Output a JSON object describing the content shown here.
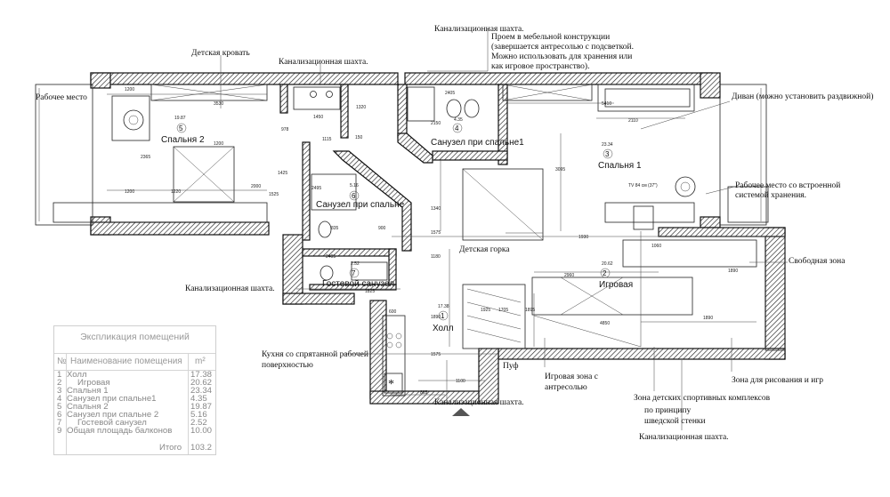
{
  "annotations": {
    "work_place_left": "Рабочее  место",
    "kids_bed": "Детская кровать",
    "shaft_top_left": "Канализационная шахта.",
    "shaft_top_center": "Канализационная шахта.",
    "opening_line1": "Проем в мебельной конструкции",
    "opening_line2": "(завершается антресолью с подсветкой.",
    "opening_line3": "Можно использовать для хранения или",
    "opening_line4": "как игровое пространство).",
    "sofa": "Диван  (можно установить  раздвижной)",
    "work_place_right1": "Рабочее место со встроенной",
    "work_place_right2": "системой хранения.",
    "kids_slide": "Детская горка",
    "free_zone": "Свободная  зона",
    "shaft_left_mid": "Канализационная шахта.",
    "kitchen1": "Кухня со спрятанной рабочей",
    "kitchen2": "поверхностью",
    "shaft_bottom_center": "Канализационная шахта.",
    "pouf": "Пуф",
    "play_zone1": "Игровая зона с",
    "play_zone2": "антресолью",
    "draw_zone": "Зона для рисования и игр",
    "sport_zone1": "Зона детских спортивных комплексов",
    "sport_zone2": "по принципу",
    "sport_zone3": "шведской стенки",
    "shaft_bottom_right": "Канализационная шахта."
  },
  "rooms": [
    {
      "id": "bedroom2",
      "label": "Спальня 2",
      "number": "5",
      "area": "19.87"
    },
    {
      "id": "bedroom1",
      "label": "Спальня 1",
      "number": "3",
      "area": "23.34"
    },
    {
      "id": "bath_bedroom1",
      "label": "Санузел при спальне1",
      "number": "4",
      "area": "4.35"
    },
    {
      "id": "bath_bedroom2",
      "label": "Санузел при спальне",
      "number": "6",
      "area": "5.16"
    },
    {
      "id": "guest_bath",
      "label": "Гостевой санузел",
      "number": "7",
      "area": "2.52"
    },
    {
      "id": "playroom",
      "label": "Игровая",
      "number": "2",
      "area": "20.62"
    },
    {
      "id": "hall",
      "label": "Холл",
      "number": "1",
      "area": "17.38"
    }
  ],
  "dimensions": {
    "d1200a": "1200",
    "d3530": "3530",
    "d1200b": "1200",
    "d2365": "2365",
    "d1200c": "1200",
    "d1220": "1220",
    "d1525": "1525",
    "d1115": "1115",
    "d150": "150",
    "d1450": "1450",
    "d1320": "1320",
    "d2405a": "2405",
    "d600": "600",
    "d835": "835",
    "d900": "900",
    "d1575a": "1575",
    "d2405b": "2405",
    "d1825": "1825",
    "d5410": "5410",
    "d2110": "2110",
    "d3095": "3095",
    "d1930": "1930",
    "d1060": "1060",
    "d1890a": "1890",
    "d2960": "2960",
    "d1890b": "1890",
    "d4850": "4850",
    "d1575b": "1575",
    "d1100": "1100",
    "d865": "865",
    "d1180": "1180",
    "d1890c": "1890",
    "d1925": "1925",
    "d1705": "1705",
    "d1895": "1895",
    "d2000": "2000",
    "d2495": "2495",
    "d978": "978",
    "d1425": "1425",
    "d2150": "2150",
    "d1340": "1340",
    "tv": "TV 84 см (37\")"
  },
  "table": {
    "title": "Экспликация помещений",
    "col_no": "№",
    "col_name": "Наименование помещения",
    "col_area": "m²",
    "rows": [
      {
        "no": "1",
        "name": "Холл",
        "area": "17.38"
      },
      {
        "no": "2",
        "name": "Игровая",
        "area": "20.62"
      },
      {
        "no": "3",
        "name": "Спальня 1",
        "area": "23.34"
      },
      {
        "no": "4",
        "name": "Санузел при спальне1",
        "area": "4.35"
      },
      {
        "no": "5",
        "name": "Спальня 2",
        "area": "19.87"
      },
      {
        "no": "6",
        "name": "Санузел при спальне 2",
        "area": "5.16"
      },
      {
        "no": "7",
        "name": "Гостевой санузел",
        "area": "2.52"
      },
      {
        "no": "9",
        "name": "Общая площадь балконов",
        "area": "10.00"
      }
    ],
    "total_label": "Итого",
    "total_value": "103.2"
  }
}
